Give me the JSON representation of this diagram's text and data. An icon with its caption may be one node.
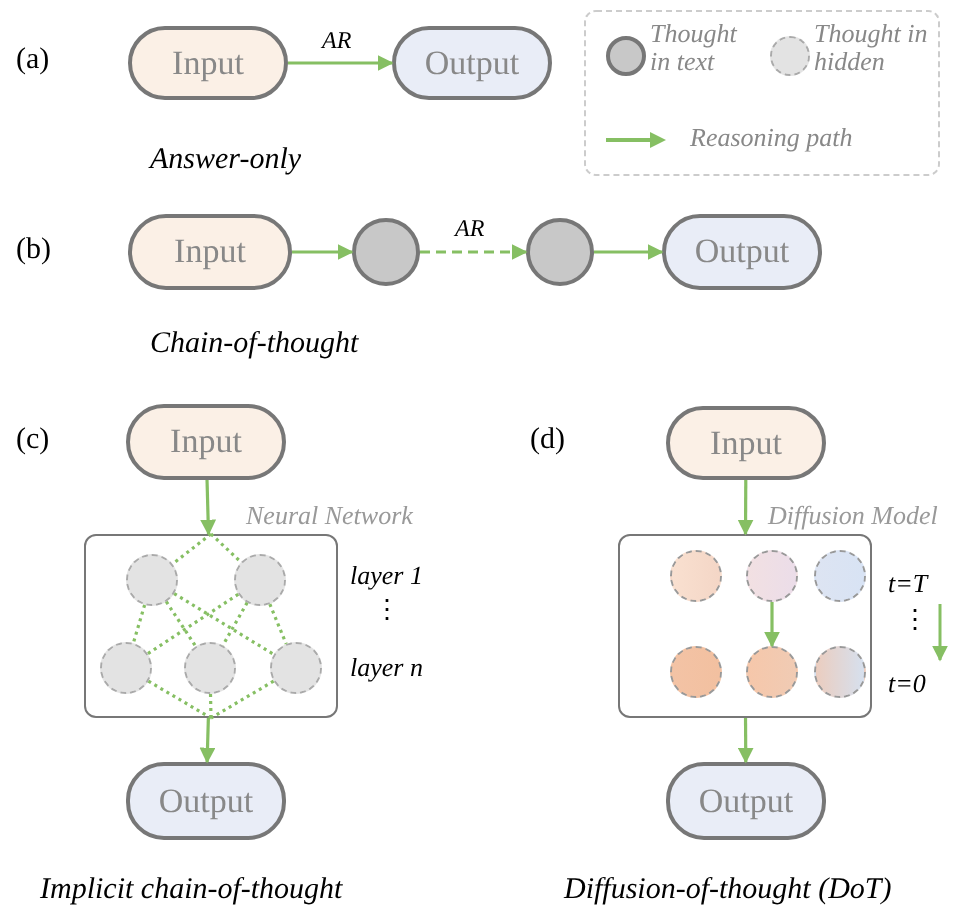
{
  "diagram": {
    "nodes": [
      {
        "text": [
          "Input"
        ]
      },
      {
        "text": [
          "Output"
        ]
      },
      {
        "text": [
          "Input"
        ]
      },
      {
        "text": [],
        "shape": "circle"
      },
      {
        "text": [],
        "shape": "circle"
      },
      {
        "text": [
          "Output"
        ]
      },
      {
        "text": [
          "Input"
        ]
      },
      {
        "text": [
          "Neural Network"
        ]
      },
      {
        "text": [],
        "shape": "circle",
        "in": 7
      },
      {
        "text": [],
        "shape": "circle",
        "in": 7
      },
      {
        "text": [],
        "shape": "circle",
        "in": 7
      },
      {
        "text": [],
        "shape": "circle",
        "in": 7
      },
      {
        "text": [],
        "shape": "circle",
        "in": 7
      },
      {
        "text": [
          "Output"
        ]
      },
      {
        "text": [
          "Input"
        ]
      },
      {
        "text": [
          "Diffusion Model"
        ]
      },
      {
        "text": [],
        "shape": "circle",
        "in": 15
      },
      {
        "text": [],
        "shape": "circle",
        "in": 15
      },
      {
        "text": [],
        "shape": "circle",
        "in": 15
      },
      {
        "text": [],
        "shape": "circle",
        "in": 15
      },
      {
        "text": [],
        "shape": "circle",
        "in": 15
      },
      {
        "text": [],
        "shape": "circle",
        "in": 15
      },
      {
        "text": [
          "Output"
        ]
      }
    ],
    "edges": [
      {
        "from": 0,
        "to": 1,
        "arrow": "to",
        "label": "AR"
      },
      {
        "from": 2,
        "to": 3,
        "arrow": "to"
      },
      {
        "from": 3,
        "to": 4,
        "arrow": "to",
        "label": "AR",
        "style": "dashed"
      },
      {
        "from": 4,
        "to": 5,
        "arrow": "to"
      },
      {
        "from": 6,
        "to": 7,
        "arrow": "to"
      },
      {
        "from": 7,
        "to": 8,
        "arrow": "none",
        "style": "dashed"
      },
      {
        "from": 7,
        "to": 9,
        "arrow": "none",
        "style": "dashed"
      },
      {
        "from": 8,
        "to": 10,
        "arrow": "none",
        "style": "dashed"
      },
      {
        "from": 8,
        "to": 11,
        "arrow": "none",
        "style": "dashed"
      },
      {
        "from": 8,
        "to": 12,
        "arrow": "none",
        "style": "dashed"
      },
      {
        "from": 9,
        "to": 10,
        "arrow": "none",
        "style": "dashed"
      },
      {
        "from": 9,
        "to": 11,
        "arrow": "none",
        "style": "dashed"
      },
      {
        "from": 9,
        "to": 12,
        "arrow": "none",
        "style": "dashed"
      },
      {
        "from": 10,
        "to": 7,
        "arrow": "none",
        "style": "dashed"
      },
      {
        "from": 11,
        "to": 7,
        "arrow": "none",
        "style": "dashed"
      },
      {
        "from": 12,
        "to": 7,
        "arrow": "none",
        "style": "dashed"
      },
      {
        "from": 7,
        "to": 13,
        "arrow": "to"
      },
      {
        "from": 14,
        "to": 15,
        "arrow": "to"
      },
      {
        "from": 17,
        "to": 20,
        "arrow": "to"
      },
      {
        "from": 15,
        "to": 22,
        "arrow": "to"
      }
    ],
    "labels": [
      "(a)",
      "Answer-only",
      "(b)",
      "Chain-of-thought",
      "(c)",
      "layer 1",
      "⋮",
      "layer n",
      "Implicit chain-of-thought",
      "(d)",
      "t=T",
      "⋮",
      "t=0",
      "Diffusion-of-thought (DoT)"
    ],
    "legend": [
      {
        "text": "Thought in text"
      },
      {
        "text": "Thought in hidden"
      },
      {
        "text": "Reasoning path"
      }
    ]
  }
}
